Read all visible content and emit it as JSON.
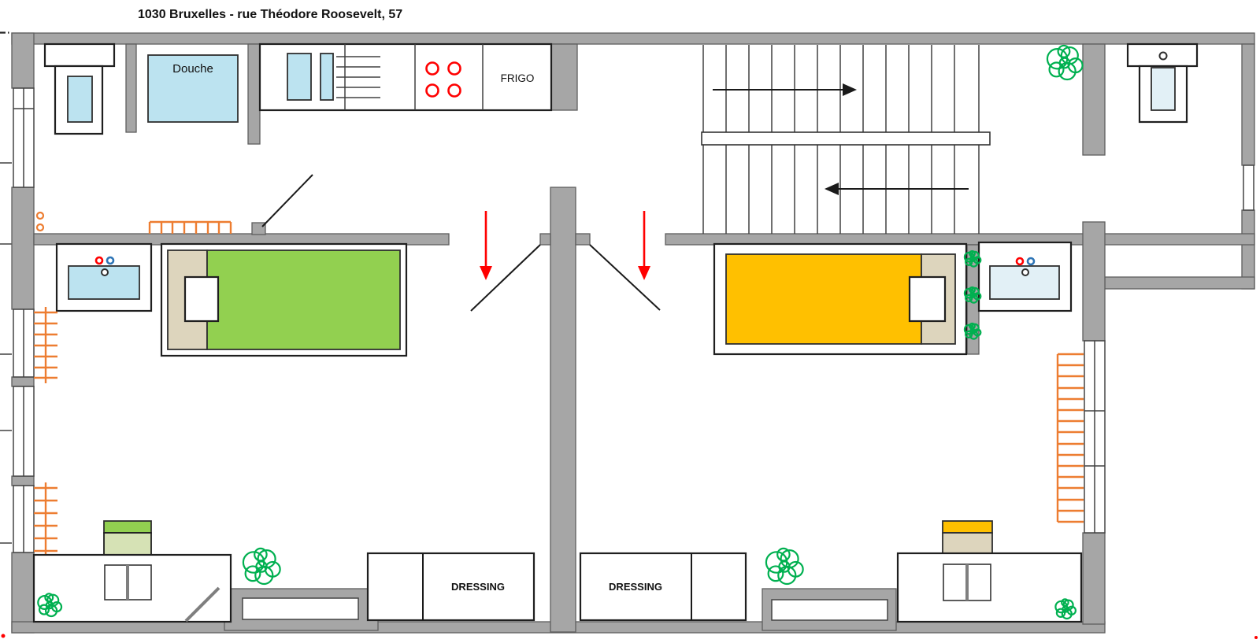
{
  "title": "1030 Bruxelles - rue Théodore Roosevelt, 57",
  "labels": {
    "shower": "Douche",
    "fridge": "FRIGO",
    "dressing_left": "DRESSING",
    "dressing_right": "DRESSING"
  },
  "colors": {
    "wall": "#a6a6a6",
    "wall_outline": "#5e5e5e",
    "water_blue": "#bce3f0",
    "water_blue_light": "#e2f0f6",
    "bed_green": "#92d050",
    "bed_orange": "#ffc000",
    "linen_beige": "#ddd5bd",
    "cabinet_green": "#d6e2b5",
    "radiator_orange": "#ed7d31",
    "plant_green": "#00b050",
    "arrow_red": "#ff0000",
    "tap_blue": "#2e75b6"
  }
}
